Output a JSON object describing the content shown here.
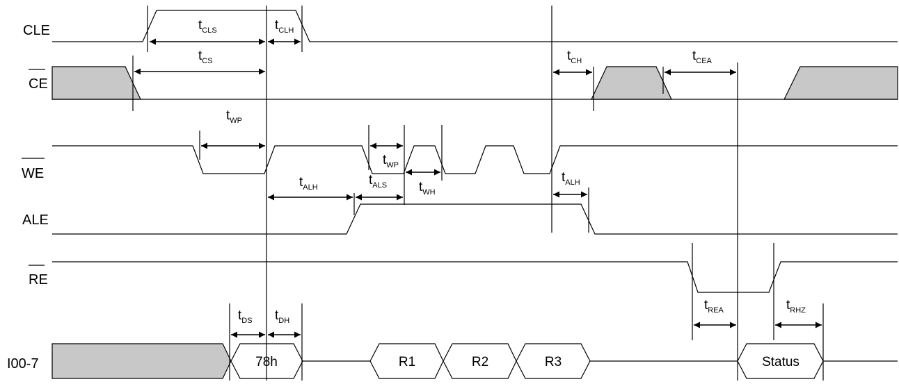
{
  "signals": [
    {
      "id": "cle",
      "name": "CLE",
      "active_low": false
    },
    {
      "id": "ce",
      "name": "CE",
      "active_low": true
    },
    {
      "id": "we",
      "name": "WE",
      "active_low": true
    },
    {
      "id": "ale",
      "name": "ALE",
      "active_low": false
    },
    {
      "id": "re",
      "name": "RE",
      "active_low": true
    },
    {
      "id": "io",
      "name": "I00-7",
      "active_low": false
    }
  ],
  "io_bus": {
    "cmd": "78h",
    "r1": "R1",
    "r2": "R2",
    "r3": "R3",
    "status": "Status"
  },
  "timing": {
    "cls": {
      "t": "t",
      "sub": "CLS"
    },
    "clh": {
      "t": "t",
      "sub": "CLH"
    },
    "cs": {
      "t": "t",
      "sub": "CS"
    },
    "ch": {
      "t": "t",
      "sub": "CH"
    },
    "cea": {
      "t": "t",
      "sub": "CEA"
    },
    "wp1": {
      "t": "t",
      "sub": "WP"
    },
    "wp2": {
      "t": "t",
      "sub": "WP"
    },
    "alh1": {
      "t": "t",
      "sub": "ALH"
    },
    "als": {
      "t": "t",
      "sub": "ALS"
    },
    "wh": {
      "t": "t",
      "sub": "WH"
    },
    "alh2": {
      "t": "t",
      "sub": "ALH"
    },
    "rea": {
      "t": "t",
      "sub": "REA"
    },
    "rhz": {
      "t": "t",
      "sub": "RHZ"
    },
    "ds": {
      "t": "t",
      "sub": "DS"
    },
    "dh": {
      "t": "t",
      "sub": "DH"
    }
  },
  "colors": {
    "shade": "#c8c8c8",
    "line": "#000000"
  }
}
